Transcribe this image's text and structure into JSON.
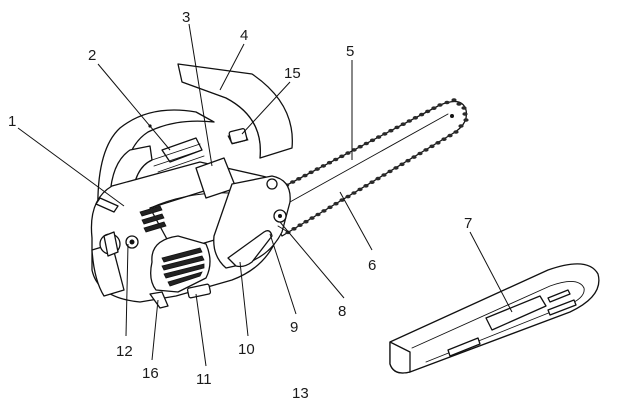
{
  "callouts": [
    {
      "id": "1",
      "text": "1"
    },
    {
      "id": "2",
      "text": "2"
    },
    {
      "id": "3",
      "text": "3"
    },
    {
      "id": "4",
      "text": "4"
    },
    {
      "id": "5",
      "text": "5"
    },
    {
      "id": "6",
      "text": "6"
    },
    {
      "id": "7",
      "text": "7"
    },
    {
      "id": "8",
      "text": "8"
    },
    {
      "id": "9",
      "text": "9"
    },
    {
      "id": "10",
      "text": "10"
    },
    {
      "id": "11",
      "text": "11"
    },
    {
      "id": "12",
      "text": "12"
    },
    {
      "id": "13",
      "text": "13"
    },
    {
      "id": "15",
      "text": "15"
    },
    {
      "id": "16",
      "text": "16"
    }
  ]
}
